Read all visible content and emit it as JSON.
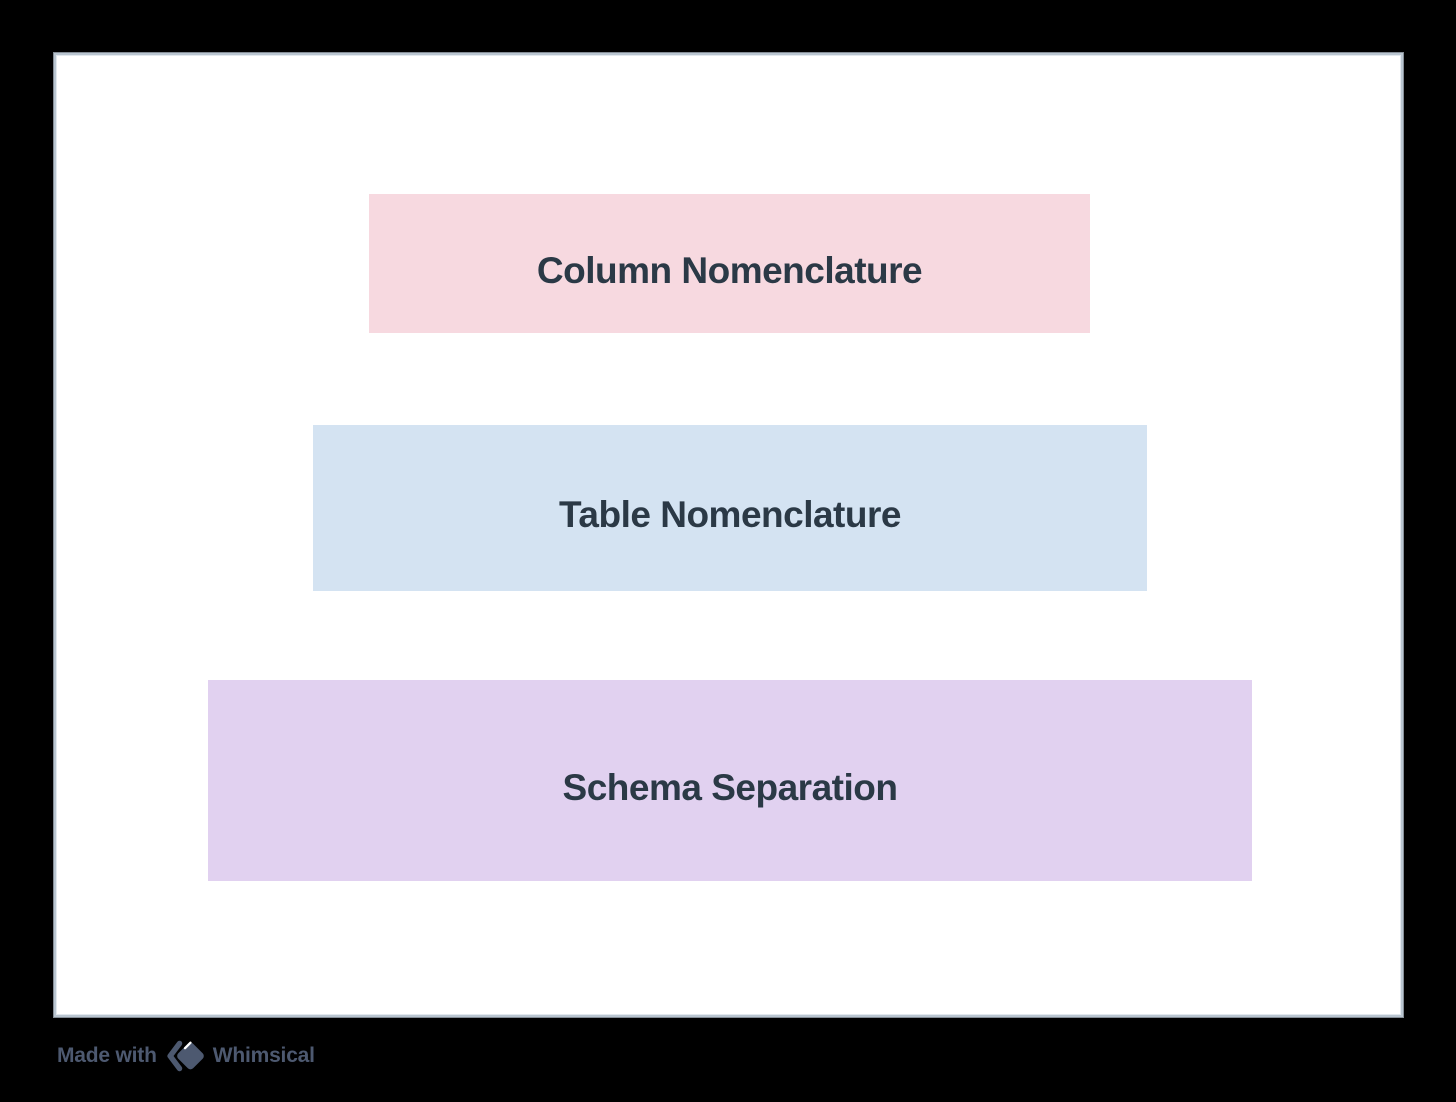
{
  "page": {
    "background_color": "#000000"
  },
  "canvas": {
    "background_color": "#ffffff",
    "border_color": "#b9c5d0"
  },
  "boxes": [
    {
      "label": "Column Nomenclature",
      "fill": "#f7d9e0",
      "text_color": "#2b3946"
    },
    {
      "label": "Table Nomenclature",
      "fill": "#d4e3f2",
      "text_color": "#2b3946"
    },
    {
      "label": "Schema Separation",
      "fill": "#e1d1f0",
      "text_color": "#2b3946"
    }
  ],
  "watermark": {
    "text": "Made with",
    "brand": "Whimsical",
    "color": "#4d5970",
    "logo": "whimsical-diamond-logo"
  }
}
